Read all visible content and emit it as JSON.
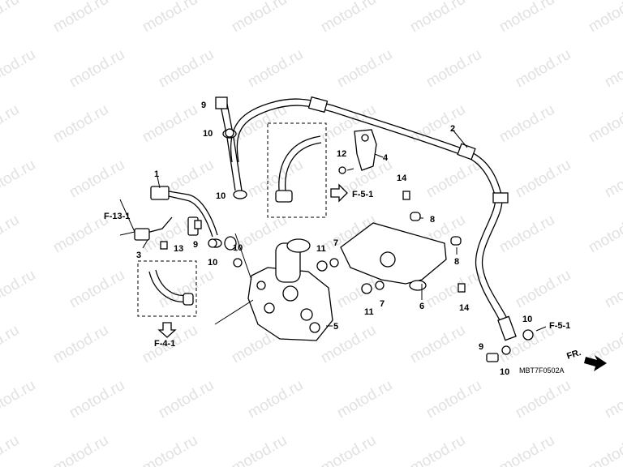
{
  "watermark": "motod.ru",
  "drawing_code": "MBT7F0502A",
  "direction_label": "FR.",
  "callouts": [
    "1",
    "2",
    "3",
    "4",
    "5",
    "6",
    "7",
    "7",
    "8",
    "8",
    "9",
    "9",
    "9",
    "10",
    "10",
    "10",
    "10",
    "10",
    "10",
    "11",
    "11",
    "12",
    "13",
    "14",
    "14"
  ],
  "references": [
    "F-13-1",
    "F-4-1",
    "F-5-1",
    "F-5-1"
  ]
}
